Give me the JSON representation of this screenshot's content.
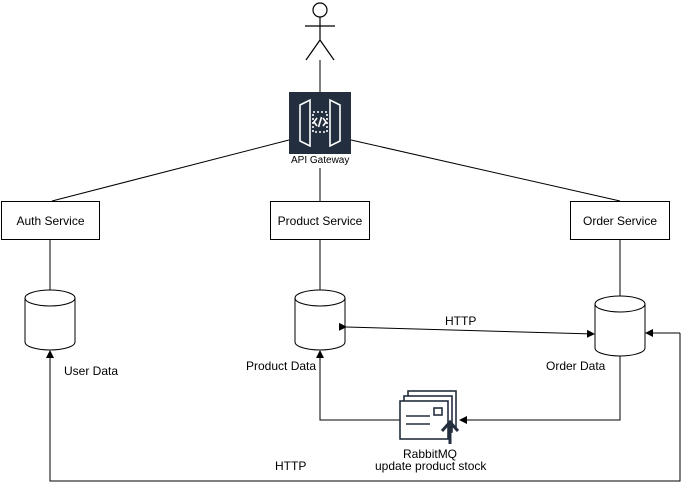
{
  "gateway": {
    "label": "API Gateway",
    "icon": "api-gateway-icon",
    "color": "#232F3E"
  },
  "services": {
    "auth": "Auth Service",
    "product": "Product Service",
    "order": "Order Service"
  },
  "databases": {
    "user": "User Data",
    "product": "Product Data",
    "order": "Order Data"
  },
  "connections": {
    "product_order": "HTTP",
    "order_auth": "HTTP"
  },
  "queue": {
    "name": "RabbitMQ",
    "description": "update product stock",
    "icon": "message-queue-icon"
  },
  "actor": {
    "icon": "user-actor-icon"
  }
}
